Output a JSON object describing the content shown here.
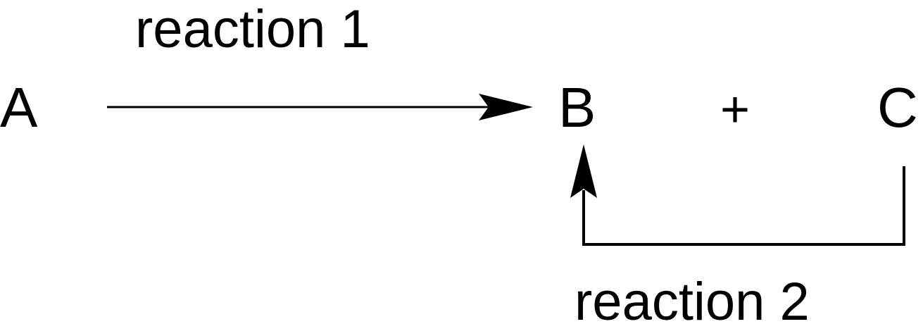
{
  "diagram": {
    "species": {
      "a": "A",
      "b": "B",
      "c": "C"
    },
    "plus_sign": "+",
    "reactions": {
      "reaction_1": "reaction 1",
      "reaction_2": "reaction 2"
    },
    "colors": {
      "ink": "#000000",
      "background": "#ffffff"
    }
  }
}
